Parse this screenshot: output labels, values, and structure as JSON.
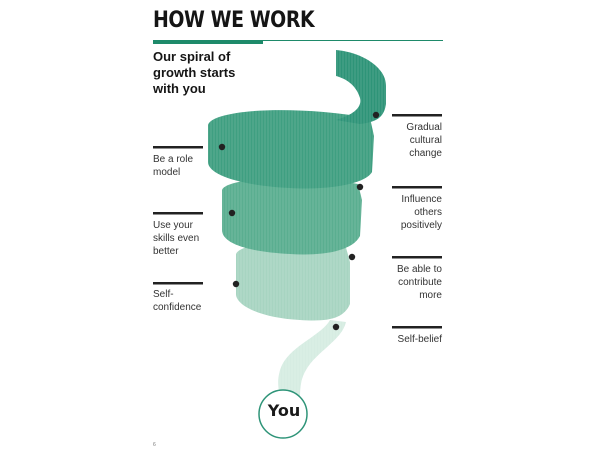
{
  "page": {
    "title": "HOW WE WORK",
    "subtitle_lines": [
      "Our spiral of",
      "growth starts",
      "with you"
    ],
    "page_number": "6"
  },
  "colors": {
    "accent": "#1e8a6a",
    "band_dark": "#2e9478",
    "band_mid": "#5aae90",
    "band_light": "#a7d4c1",
    "band_faint": "#d6ece2",
    "marker": "#222222"
  },
  "spiral": {
    "center": "You",
    "left_labels": [
      {
        "lines": [
          "Be a role",
          "model"
        ]
      },
      {
        "lines": [
          "Use your",
          "skills even",
          "better"
        ]
      },
      {
        "lines": [
          "Self-",
          "confidence"
        ]
      }
    ],
    "right_labels": [
      {
        "lines": [
          "Gradual",
          "cultural",
          "change"
        ]
      },
      {
        "lines": [
          "Influence",
          "others",
          "positively"
        ]
      },
      {
        "lines": [
          "Be able to",
          "contribute",
          "more"
        ]
      },
      {
        "lines": [
          "Self-belief"
        ]
      }
    ]
  }
}
